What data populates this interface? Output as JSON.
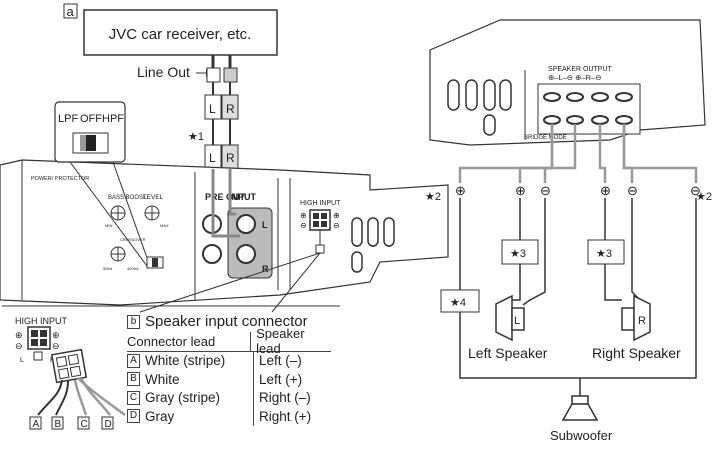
{
  "left": {
    "panel_tag": "a",
    "source_label": "JVC car receiver, etc.",
    "line_out_label": "Line Out",
    "plug_left": "L",
    "plug_right": "R",
    "note_1": "★1",
    "switch_labels": {
      "lpf": "LPF",
      "off": "OFF",
      "hpf": "HPF"
    },
    "amp_labels": {
      "power_protector": "POWER/ PROTECTOR",
      "bass_boost": "BASS BOOST",
      "level": "LEVEL",
      "min": "MIN",
      "max": "MAX",
      "crossover": "CROSSOVER",
      "hz50": "50Hz",
      "hz400": "400Hz",
      "pre_out": "PRE OUT",
      "input": "INPUT",
      "high_input": "HIGH INPUT"
    },
    "connector_plus": "⊕",
    "connector_minus": "⊖",
    "high_input_small": "HIGH  INPUT",
    "wire_letters": [
      "A",
      "B",
      "C",
      "D"
    ]
  },
  "table": {
    "tag": "b",
    "title": "Speaker input connector",
    "col_connector": "Connector lead",
    "col_speaker": "Speaker lead",
    "rows": [
      {
        "code": "A",
        "lead": "White (stripe)",
        "speaker": "Left (–)"
      },
      {
        "code": "B",
        "lead": "White",
        "speaker": "Left (+)"
      },
      {
        "code": "C",
        "lead": "Gray (stripe)",
        "speaker": "Right (–)"
      },
      {
        "code": "D",
        "lead": "Gray",
        "speaker": "Right (+)"
      }
    ]
  },
  "right": {
    "speaker_output": "SPEAKER  OUTPUT",
    "ch_labels": "⊕–L–⊖   ⊕–R–⊖",
    "bridge_mode": "BRIDGE MODE",
    "note_2": "★2",
    "note_3": "★3",
    "note_4": "★4",
    "left_speaker": "Left Speaker",
    "right_speaker": "Right Speaker",
    "speaker_l": "L",
    "speaker_r": "R",
    "subwoofer": "Subwoofer"
  }
}
